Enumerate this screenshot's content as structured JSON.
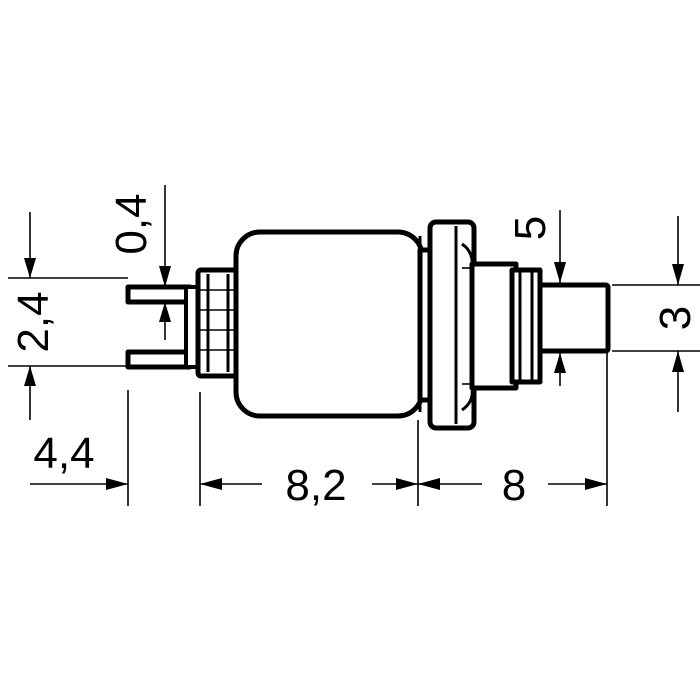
{
  "dimensions": {
    "pin_thickness": "0,4",
    "pin_spacing": "2,4",
    "pin_length": "4,4",
    "body_length": "8,2",
    "plunger_length": "8",
    "plunger_offset": "5",
    "plunger_diameter": "3"
  },
  "colors": {
    "line": "#000000",
    "background": "#ffffff"
  }
}
